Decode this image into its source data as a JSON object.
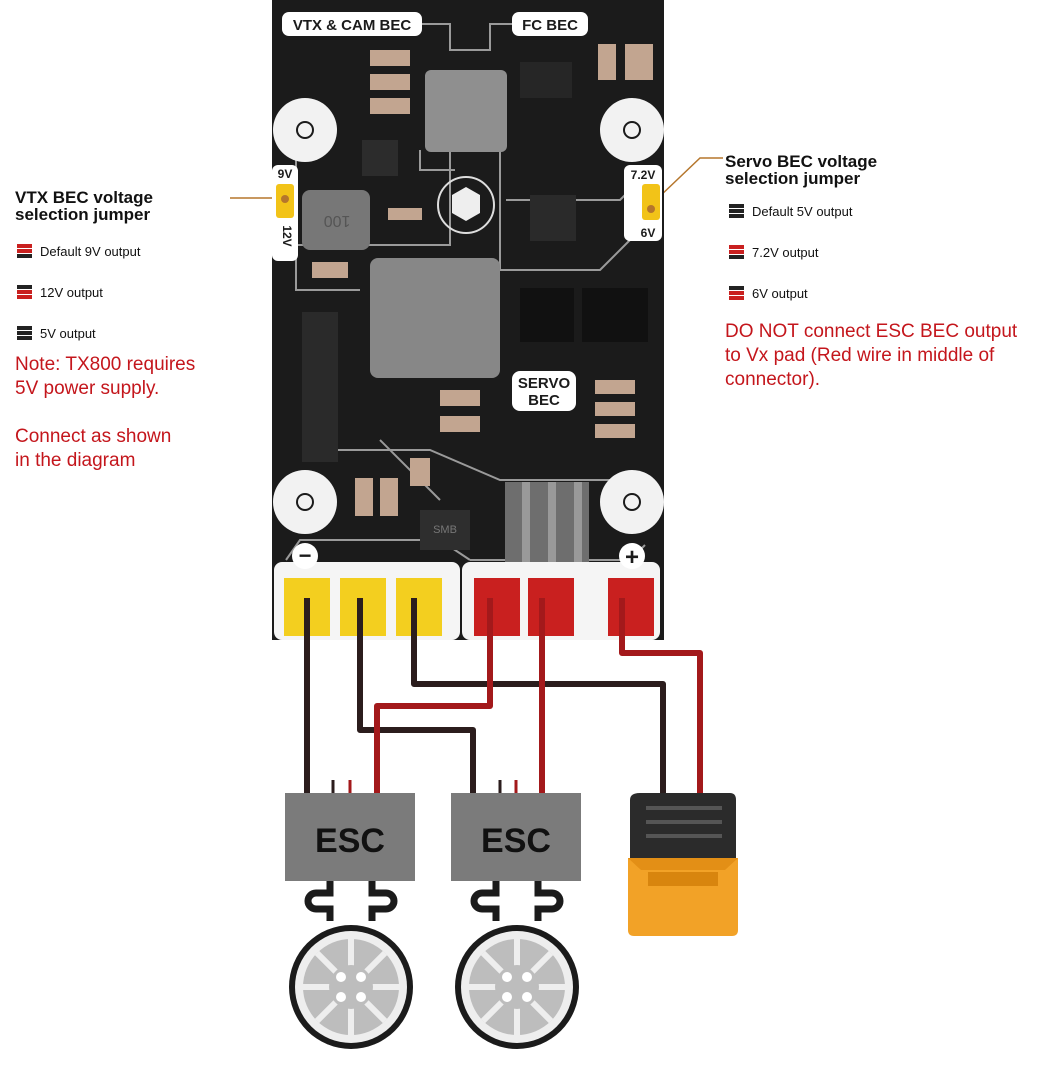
{
  "board": {
    "vtx_cam_bec_label": "VTX & CAM BEC",
    "fc_bec_label": "FC BEC",
    "servo_bec_label_line1": "SERVO",
    "servo_bec_label_line2": "BEC",
    "left_jumper_top": "9V",
    "left_jumper_bottom": "12V",
    "right_jumper_top": "7.2V",
    "right_jumper_bottom": "6V",
    "minus_symbol": "−",
    "plus_symbol": "+",
    "inductor_small_text": "100",
    "diode_text": "SMB"
  },
  "vtx_bec": {
    "title_line1": "VTX BEC voltage",
    "title_line2": "selection jumper",
    "options": [
      "Default 9V output",
      "12V output",
      "5V output"
    ],
    "note_lines": [
      "Note: TX800 requires",
      "5V power supply."
    ],
    "connect_lines": [
      "Connect as shown",
      "in the diagram"
    ]
  },
  "servo_bec": {
    "title_line1": "Servo BEC voltage",
    "title_line2": "selection jumper",
    "options": [
      "Default 5V output",
      "7.2V output",
      "6V output"
    ],
    "warning_lines": [
      "DO NOT connect ESC BEC output",
      "to Vx pad (Red wire in middle of",
      "connector)."
    ]
  },
  "esc_labels": [
    "ESC",
    "ESC"
  ],
  "colors": {
    "pcb": "#1b1b1b",
    "jumper_yellow": "#f2c318",
    "pad_yellow": "#f3cf1f",
    "pad_red": "#c9201f",
    "wire_black": "#2b1d1d",
    "wire_red": "#a3191b",
    "esc_gray": "#7b7b7b",
    "xt60_orange": "#f2a227",
    "note_red": "#c4161c",
    "leader_brown": "#b5762c"
  }
}
